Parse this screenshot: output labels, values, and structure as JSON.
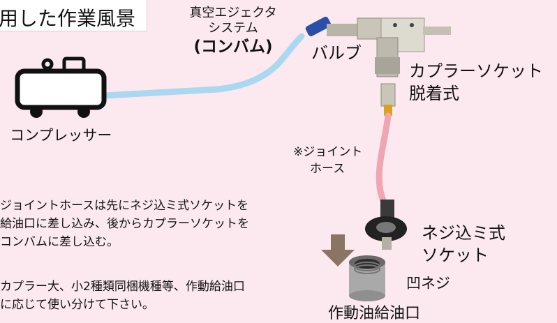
{
  "title": "用した作業風景",
  "labels": {
    "ejector_line1": "真空エジェクタ",
    "ejector_line2": "システム",
    "ejector_line3": "(コンバム)",
    "valve": "バルブ",
    "coupler_line1": "カプラーソケット",
    "coupler_line2": "脱着式",
    "compressor": "コンプレッサー",
    "hose_line1": "※ジョイント",
    "hose_line2": "ホース",
    "socket_line1": "ネジ込ミ式",
    "socket_line2": "ソケット",
    "female_thread": "凹ネジ",
    "oil_port": "作動油給油口"
  },
  "notes": {
    "note1": [
      "ジョイントホースは先にネジ込ミ式ソケットを",
      "給油口に差し込み、後からカプラーソケットを",
      "コンバムに差し込む。"
    ],
    "note2": [
      "カプラー大、小2種類同梱機種等、作動給油口",
      "に応じて使い分けて下さい。"
    ]
  },
  "colors": {
    "background": "#fce9ef",
    "air_hose": "#a9d8f0",
    "joint_hose": "#f0a6b2",
    "arrow": "#8a7565",
    "valve_handle": "#2a4fa8"
  },
  "icons": [
    "compressor-icon",
    "down-arrow-icon",
    "valve-icon",
    "coupler-icon",
    "socket-icon",
    "threaded-port-icon"
  ]
}
